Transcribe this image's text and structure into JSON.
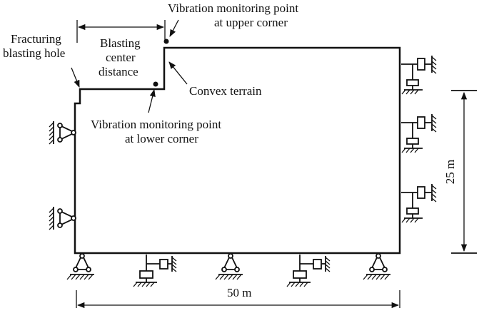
{
  "labels": {
    "fracturing_line1": "Fracturing",
    "fracturing_line2": "blasting hole",
    "blasting_line1": "Blasting",
    "blasting_line2": "center",
    "blasting_line3": "distance",
    "upper_line1": "Vibration monitoring point",
    "upper_line2": "at upper corner",
    "lower_line1": "Vibration monitoring point",
    "lower_line2": "at lower corner",
    "convex": "Convex terrain",
    "height_dim": "25 m",
    "width_dim": "50 m"
  },
  "colors": {
    "ink": "#111111",
    "background": "#ffffff"
  }
}
